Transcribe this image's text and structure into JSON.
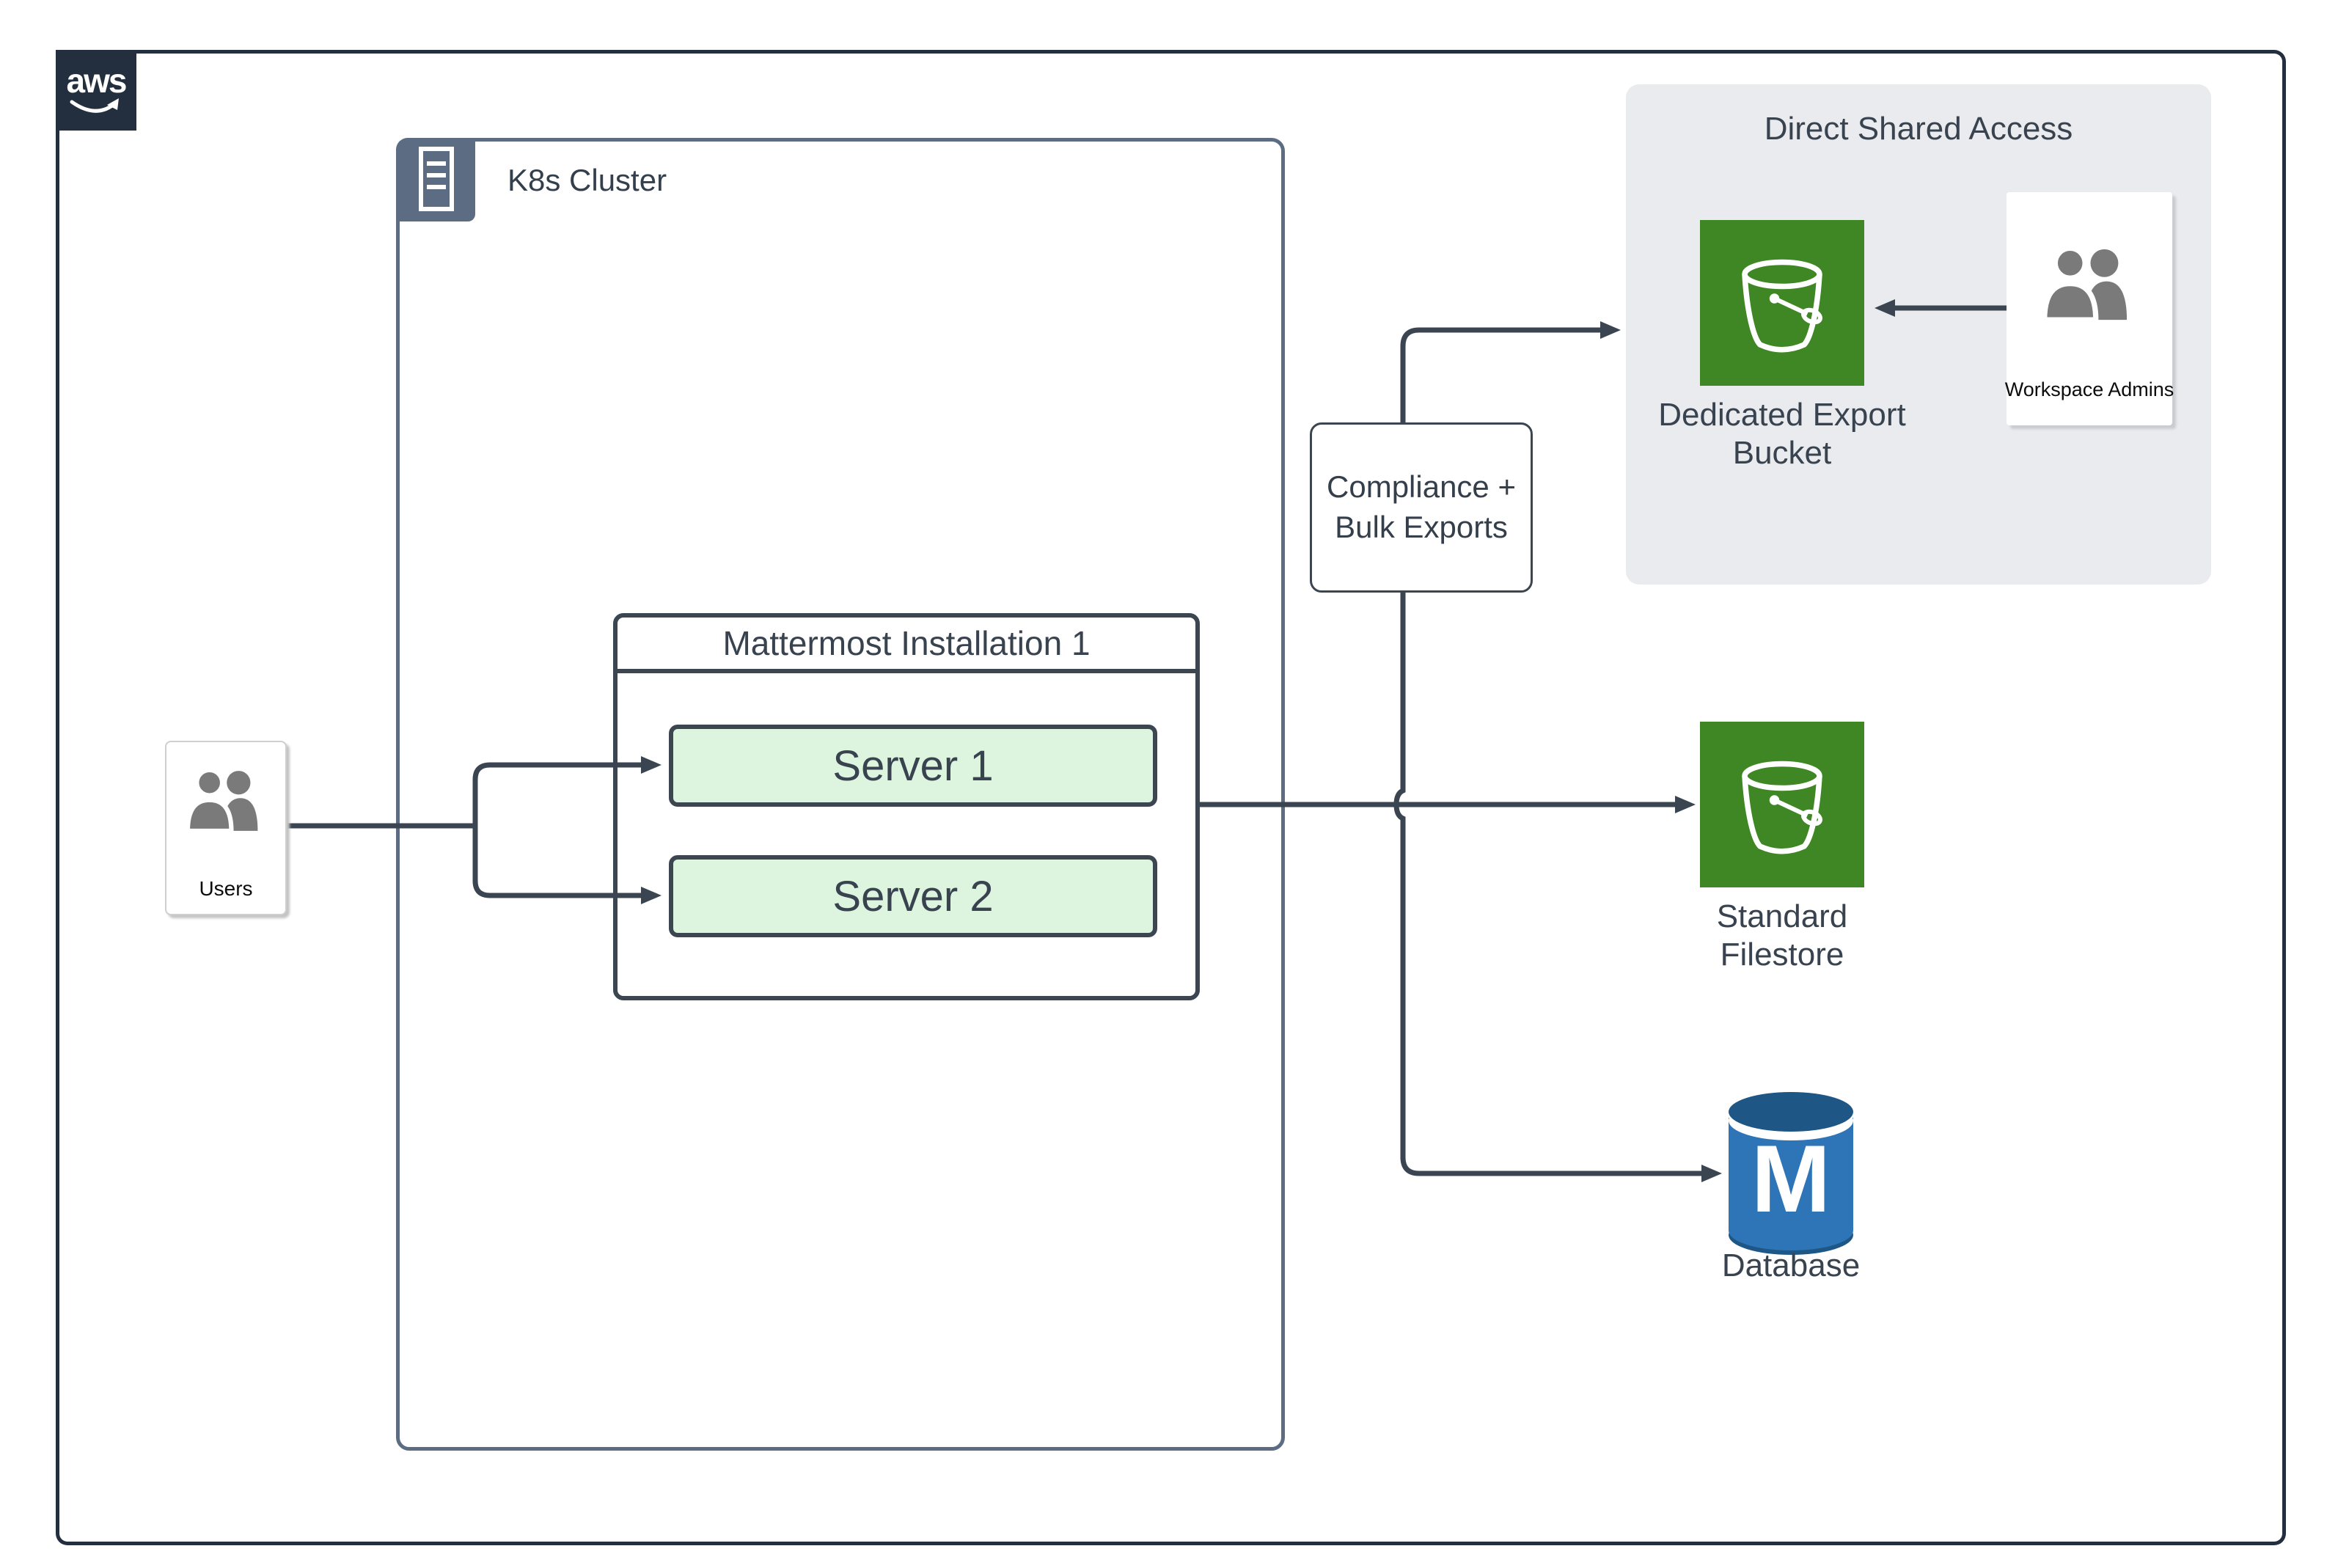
{
  "aws_logo": {
    "text": "aws"
  },
  "k8s": {
    "label": "K8s Cluster"
  },
  "mattermost": {
    "title": "Mattermost Installation 1",
    "servers": [
      {
        "label": "Server 1"
      },
      {
        "label": "Server 2"
      }
    ]
  },
  "users": {
    "label": "Users"
  },
  "compliance": {
    "line1": "Compliance +",
    "line2": "Bulk Exports"
  },
  "dsa": {
    "title": "Direct Shared Access",
    "bucket_line1": "Dedicated Export",
    "bucket_line2": "Bucket",
    "admins": "Workspace Admins"
  },
  "filestore": {
    "line1": "Standard",
    "line2": "Filestore"
  },
  "database": {
    "label": "Database",
    "monogram": "M"
  },
  "colors": {
    "frame_navy": "#232f3e",
    "k8s_slate": "#5b6c83",
    "line_dark": "#3a4551",
    "server_fill": "#ddf5df",
    "bucket_green": "#3f8624",
    "panel_gray": "#e9ebee",
    "db_blue": "#2e75b8",
    "db_blue_dark": "#1e5686",
    "people_gray": "#7a7a7a"
  }
}
